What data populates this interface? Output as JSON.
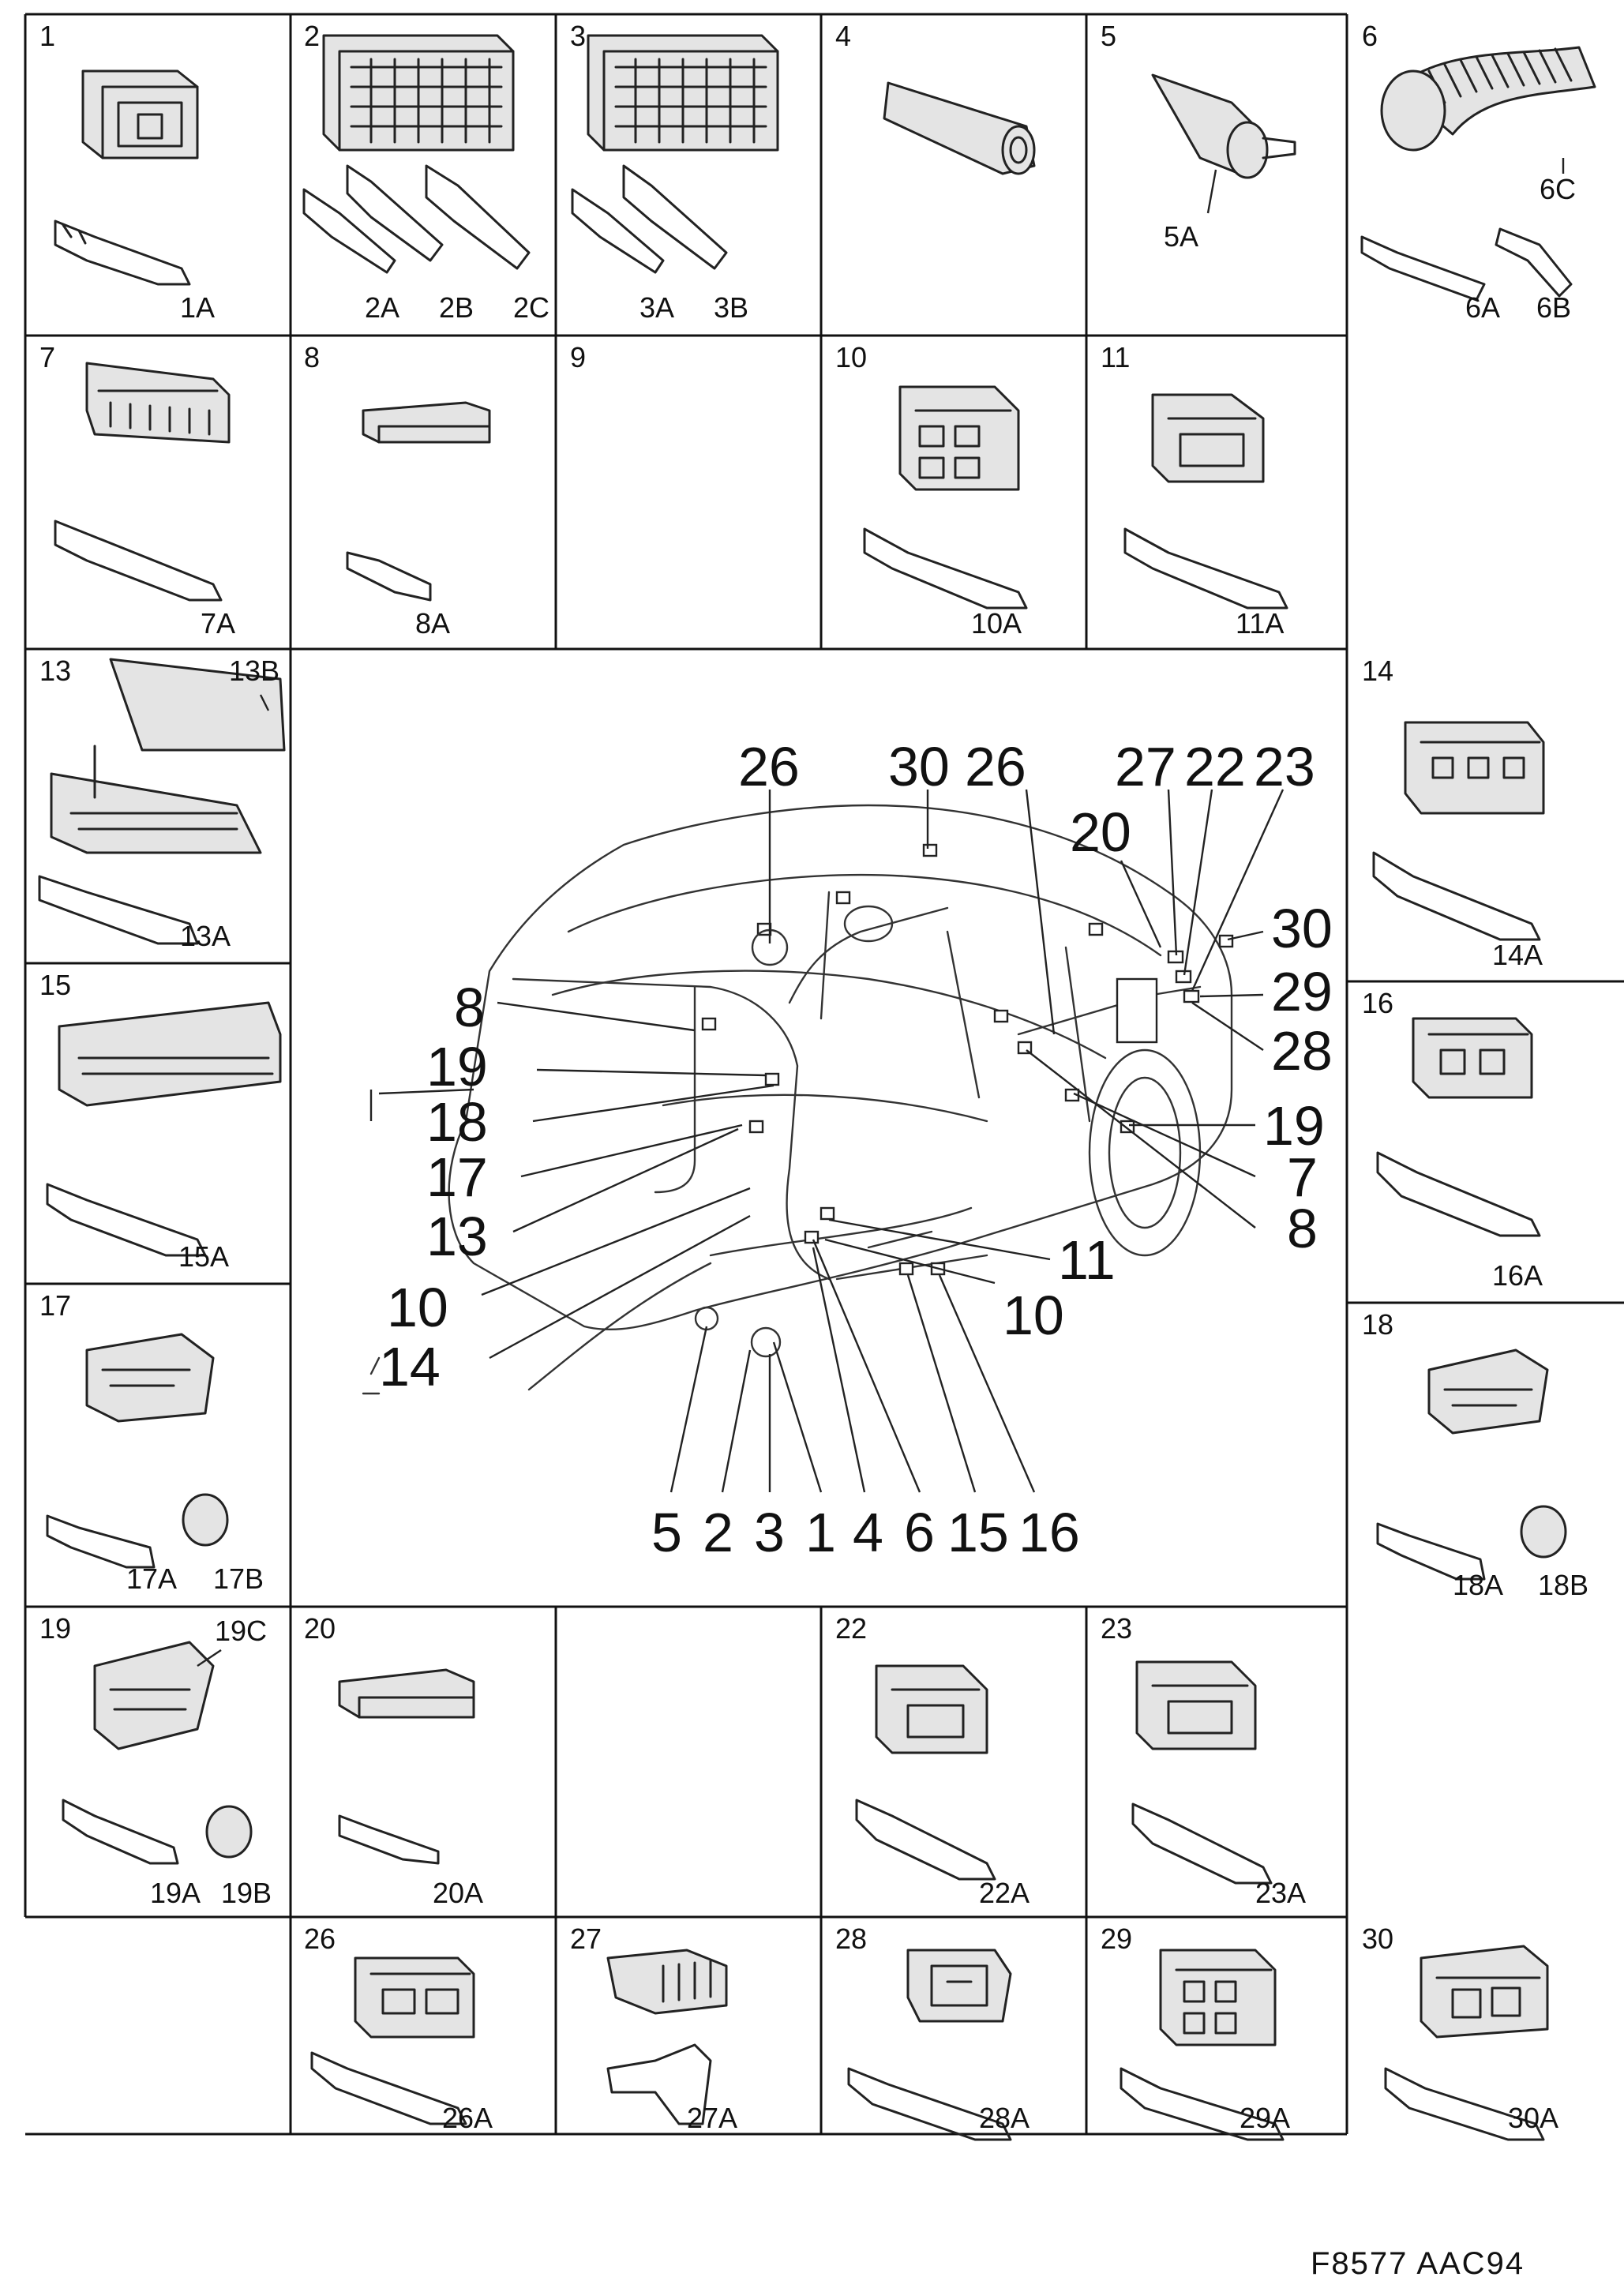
{
  "figure_code": "F8577  AAC94",
  "cells": [
    {
      "number": "1",
      "parts": [
        "1A"
      ]
    },
    {
      "number": "2",
      "parts": [
        "2A",
        "2B",
        "2C"
      ]
    },
    {
      "number": "3",
      "parts": [
        "3A",
        "3B"
      ]
    },
    {
      "number": "4",
      "parts": []
    },
    {
      "number": "5",
      "parts": [
        "5A"
      ]
    },
    {
      "number": "6",
      "parts": [
        "6A",
        "6B",
        "6C"
      ]
    },
    {
      "number": "7",
      "parts": [
        "7A"
      ]
    },
    {
      "number": "8",
      "parts": [
        "8A"
      ]
    },
    {
      "number": "9",
      "parts": []
    },
    {
      "number": "10",
      "parts": [
        "10A"
      ]
    },
    {
      "number": "11",
      "parts": [
        "11A"
      ]
    },
    {
      "number": "13",
      "parts": [
        "13A",
        "13B"
      ]
    },
    {
      "number": "14",
      "parts": [
        "14A"
      ]
    },
    {
      "number": "15",
      "parts": [
        "15A"
      ]
    },
    {
      "number": "16",
      "parts": [
        "16A"
      ]
    },
    {
      "number": "17",
      "parts": [
        "17A",
        "17B"
      ]
    },
    {
      "number": "18",
      "parts": [
        "18A",
        "18B"
      ]
    },
    {
      "number": "19",
      "parts": [
        "19A",
        "19B",
        "19C"
      ]
    },
    {
      "number": "20",
      "parts": [
        "20A"
      ]
    },
    {
      "number": "22",
      "parts": [
        "22A"
      ]
    },
    {
      "number": "23",
      "parts": [
        "23A"
      ]
    },
    {
      "number": "26",
      "parts": [
        "26A"
      ]
    },
    {
      "number": "27",
      "parts": [
        "27A"
      ]
    },
    {
      "number": "28",
      "parts": [
        "28A"
      ]
    },
    {
      "number": "29",
      "parts": [
        "29A"
      ]
    },
    {
      "number": "30",
      "parts": [
        "30A"
      ]
    }
  ],
  "callouts": {
    "top": [
      "26",
      "30",
      "26",
      "27",
      "22",
      "23",
      "20"
    ],
    "left": [
      "8",
      "19",
      "18",
      "17",
      "13",
      "10",
      "14"
    ],
    "right": [
      "30",
      "29",
      "28",
      "19",
      "7",
      "8",
      "11",
      "10"
    ],
    "bottom": [
      "5",
      "2",
      "3",
      "1",
      "4",
      "6",
      "15",
      "16"
    ]
  }
}
